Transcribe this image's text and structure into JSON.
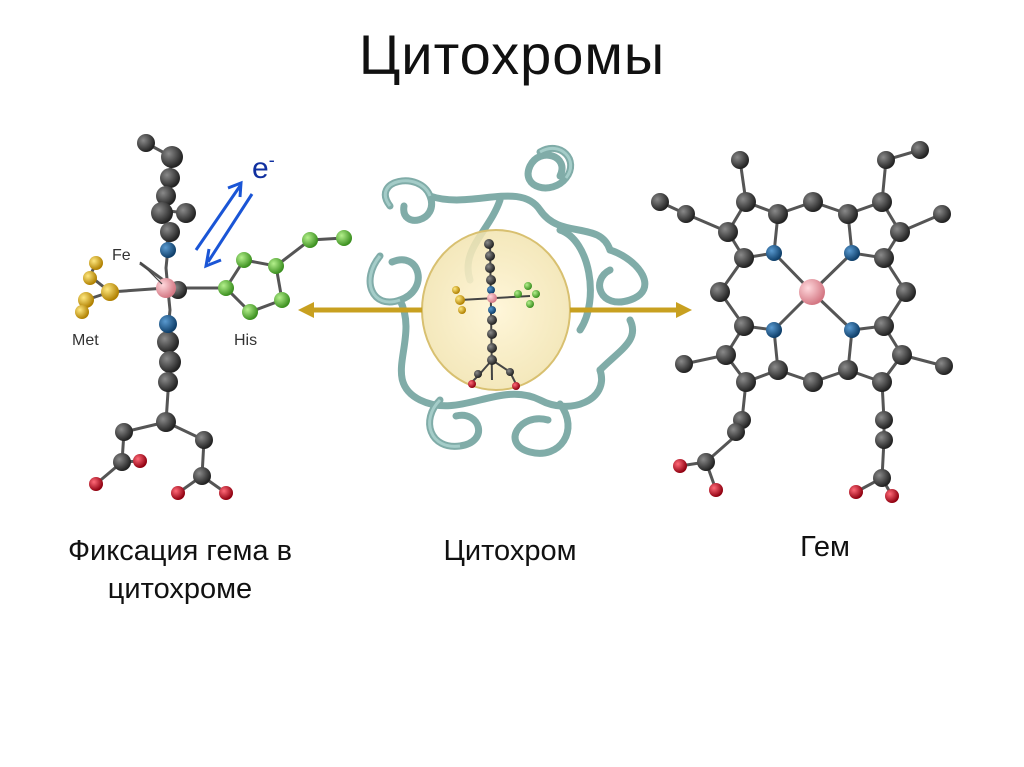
{
  "title": "Цитохромы",
  "captions": {
    "left": "Фиксация гема в цитохроме",
    "middle": "Цитохром",
    "right": "Гем"
  },
  "labels": {
    "fe": "Fe",
    "met": "Met",
    "his": "His",
    "electron": "e",
    "electron_sup": "-"
  },
  "colors": {
    "carbon": "#3a3a3a",
    "nitrogen": "#1f5f96",
    "iron": "#e8a0a8",
    "oxygen": "#c0182c",
    "sulfur": "#e0b020",
    "his_green": "#6cc04a",
    "arrow_gold": "#c8a020",
    "ribbon": "#8fbcb8",
    "electron_arrow": "#1a55d6"
  }
}
